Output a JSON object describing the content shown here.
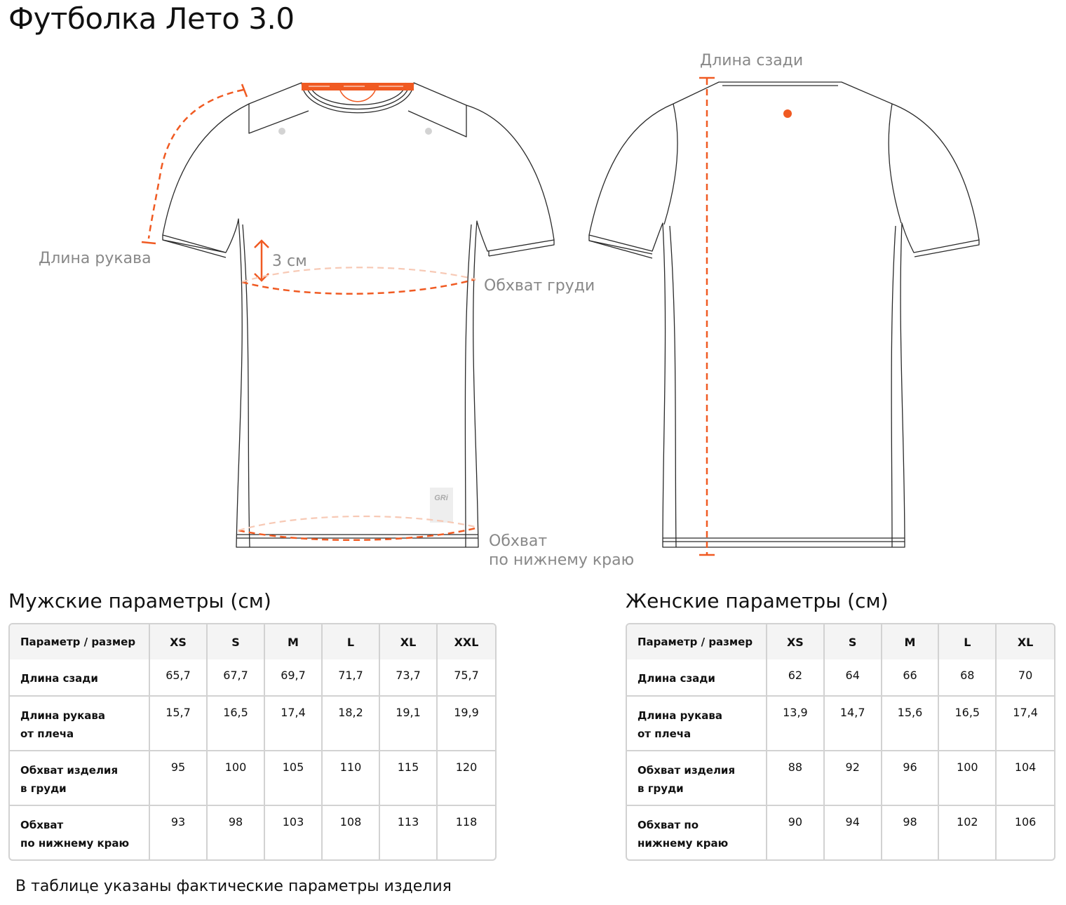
{
  "title": "Футболка Лето 3.0",
  "diagram": {
    "labels": {
      "sleeve_length": "Длина рукава",
      "offset": "3 см",
      "chest_girth": "Обхват груди",
      "hem_girth_line1": "Обхват",
      "hem_girth_line2": "по нижнему краю",
      "back_length": "Длина сзади"
    },
    "logo_text": "GRi",
    "colors": {
      "accent": "#f05a22",
      "outline": "#2a2a2a",
      "label": "#888888",
      "faint": "#f7c9b5"
    }
  },
  "men": {
    "heading": "Мужские параметры (см)",
    "param_header": "Параметр / размер",
    "sizes": [
      "XS",
      "S",
      "M",
      "L",
      "XL",
      "XXL"
    ],
    "rows": [
      {
        "name_line1": "Длина сзади",
        "name_line2": "",
        "values": [
          "65,7",
          "67,7",
          "69,7",
          "71,7",
          "73,7",
          "75,7"
        ]
      },
      {
        "name_line1": "Длина рукава",
        "name_line2": "от плеча",
        "values": [
          "15,7",
          "16,5",
          "17,4",
          "18,2",
          "19,1",
          "19,9"
        ]
      },
      {
        "name_line1": "Обхват изделия",
        "name_line2": "в груди",
        "values": [
          "95",
          "100",
          "105",
          "110",
          "115",
          "120"
        ]
      },
      {
        "name_line1": "Обхват",
        "name_line2": "по нижнему краю",
        "values": [
          "93",
          "98",
          "103",
          "108",
          "113",
          "118"
        ]
      }
    ]
  },
  "women": {
    "heading": "Женские параметры (см)",
    "param_header": "Параметр / размер",
    "sizes": [
      "XS",
      "S",
      "M",
      "L",
      "XL"
    ],
    "rows": [
      {
        "name_line1": "Длина сзади",
        "name_line2": "",
        "values": [
          "62",
          "64",
          "66",
          "68",
          "70"
        ]
      },
      {
        "name_line1": "Длина рукава",
        "name_line2": "от плеча",
        "values": [
          "13,9",
          "14,7",
          "15,6",
          "16,5",
          "17,4"
        ]
      },
      {
        "name_line1": "Обхват изделия",
        "name_line2": "в груди",
        "values": [
          "88",
          "92",
          "96",
          "100",
          "104"
        ]
      },
      {
        "name_line1": "Обхват по",
        "name_line2": "нижнему краю",
        "values": [
          "90",
          "94",
          "98",
          "102",
          "106"
        ]
      }
    ]
  },
  "note": "В таблице указаны фактические параметры изделия"
}
